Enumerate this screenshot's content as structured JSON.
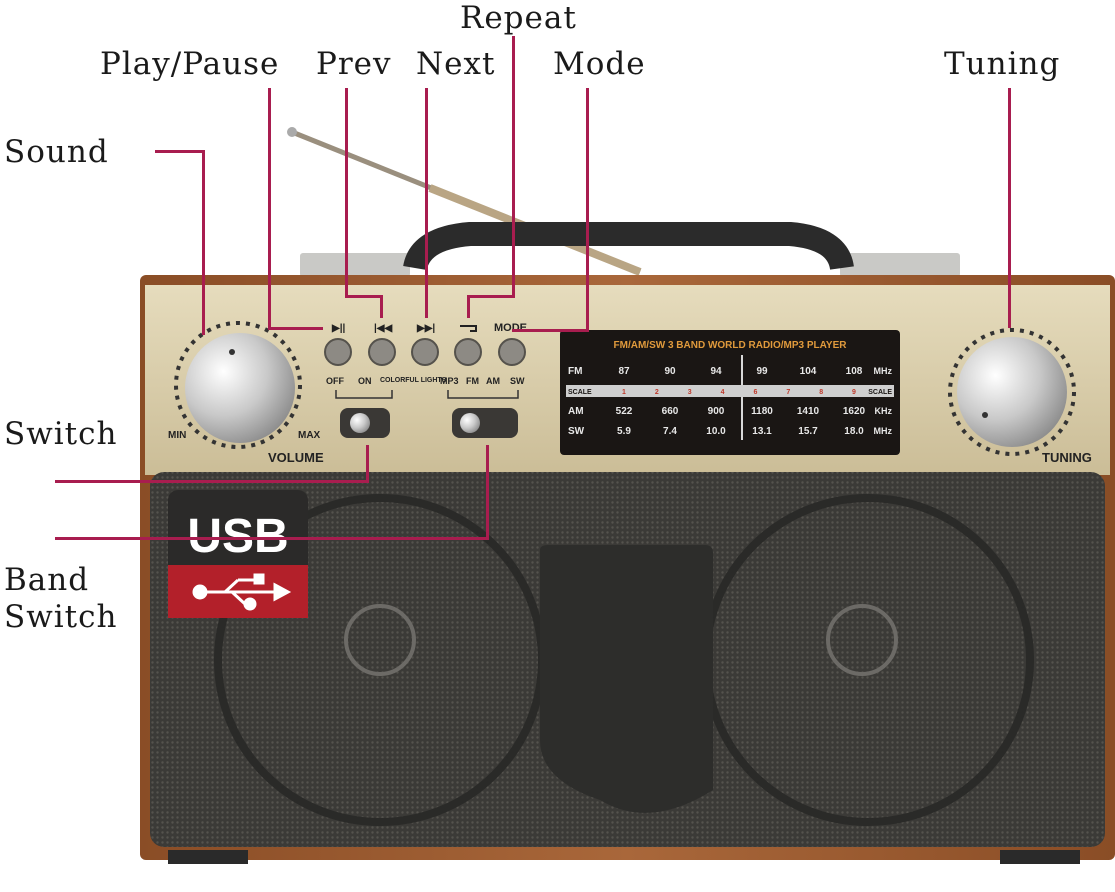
{
  "callouts": {
    "play_pause": "Play/Pause",
    "prev": "Prev",
    "next": "Next",
    "repeat": "Repeat",
    "mode": "Mode",
    "tuning": "Tuning",
    "sound": "Sound",
    "switch": "Switch",
    "band_switch": "Band Switch"
  },
  "panel": {
    "button_labels": {
      "play_pause": "▶||",
      "prev": "|◀◀",
      "next": "▶▶|",
      "mode": "MODE"
    },
    "power_labels": {
      "off": "OFF",
      "on": "ON",
      "lights": "COLORFUL LIGHTS"
    },
    "band_labels": {
      "mp3": "MP3",
      "fm": "FM",
      "am": "AM",
      "sw": "SW"
    },
    "volume": {
      "label": "VOLUME",
      "min": "MIN",
      "max": "MAX"
    },
    "tuning_label": "TUNING",
    "usb_badge": "USB"
  },
  "dial": {
    "title": "FM/AM/SW 3 BAND  WORLD RADIO/MP3 PLAYER",
    "rows": [
      {
        "band": "FM",
        "values": [
          "87",
          "90",
          "94",
          "99",
          "104",
          "108"
        ],
        "unit": "MHz"
      },
      {
        "band": "SCALE",
        "values": [
          "1",
          "2",
          "3",
          "4",
          "6",
          "7",
          "8",
          "9"
        ],
        "unit": "SCALE"
      },
      {
        "band": "AM",
        "values": [
          "522",
          "660",
          "900",
          "1180",
          "1410",
          "1620"
        ],
        "unit": "KHz"
      },
      {
        "band": "SW",
        "values": [
          "5.9",
          "7.4",
          "10.0",
          "13.1",
          "15.7",
          "18.0"
        ],
        "unit": "MHz"
      }
    ]
  },
  "colors": {
    "accent_line": "#a81d4f",
    "panel_gold": "#d8cba8",
    "wood": "#9a5a30",
    "grille": "#3f3e3b",
    "usb_red": "#b3202a"
  }
}
